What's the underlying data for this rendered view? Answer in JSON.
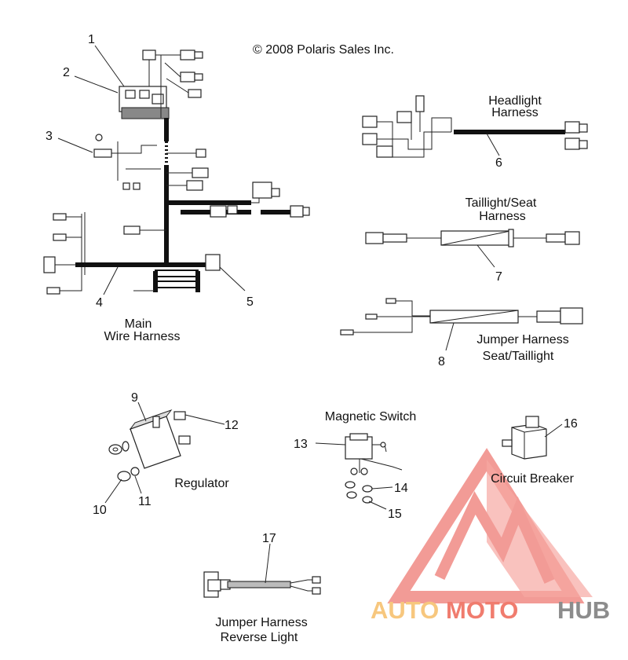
{
  "copyright": "© 2008 Polaris Sales Inc.",
  "groups": {
    "main_harness": [
      "Main",
      "Wire Harness"
    ],
    "headlight_harness": [
      "Headlight",
      "Harness"
    ],
    "taillight_harness": [
      "Taillight/Seat",
      "Harness"
    ],
    "jumper_seat": [
      "Jumper Harness",
      "Seat/Taillight"
    ],
    "magnetic_switch": "Magnetic Switch",
    "regulator": "Regulator",
    "circuit_breaker": "Circuit Breaker",
    "jumper_reverse": [
      "Jumper Harness",
      "Reverse Light"
    ]
  },
  "callouts": [
    "1",
    "2",
    "3",
    "4",
    "5",
    "6",
    "7",
    "8",
    "9",
    "10",
    "11",
    "12",
    "13",
    "14",
    "15",
    "16",
    "17"
  ],
  "watermark": {
    "part1": "AUTO",
    "part2": "MOTO",
    "part3": "HUB",
    "colors": {
      "red": "#f0605a",
      "orange": "#f7c77e",
      "gray": "#9a9a9a"
    },
    "icon": "triangle-m-logo"
  }
}
